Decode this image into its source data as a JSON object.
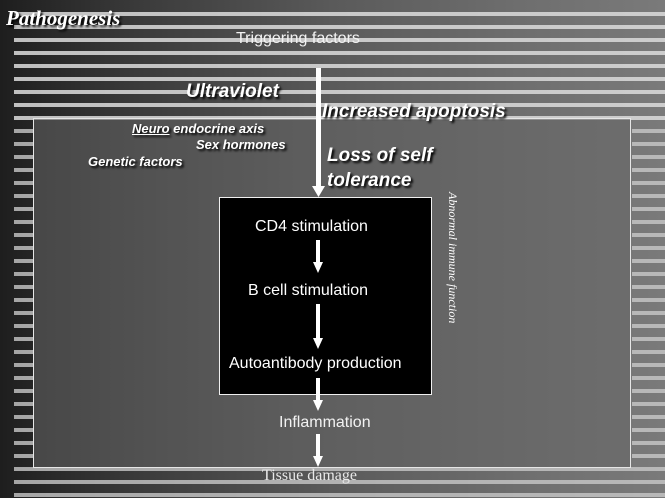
{
  "title": "Pathogenesis",
  "triggering_factors": "Triggering factors",
  "ultraviolet": "Ultraviolet",
  "increased_apoptosis": "Increased apoptosis",
  "neuro_word": "Neuro",
  "neuro_rest": " endocrine axis",
  "sex_hormones": "Sex hormones",
  "genetic_factors": "Genetic factors",
  "loss_line1": "Loss of self",
  "loss_line2": "tolerance",
  "cd4": "CD4 stimulation",
  "b_cell": "B cell stimulation",
  "autoantibody": "Autoantibody production",
  "inflammation": "Inflammation",
  "tissue_damage": "Tissue damage",
  "abnormal_immune": "Abnormal immune function",
  "colors": {
    "background_dark": "#1e1e1e",
    "stripe": "#d9d9d9",
    "box": "#000000",
    "text": "#ffffff"
  }
}
